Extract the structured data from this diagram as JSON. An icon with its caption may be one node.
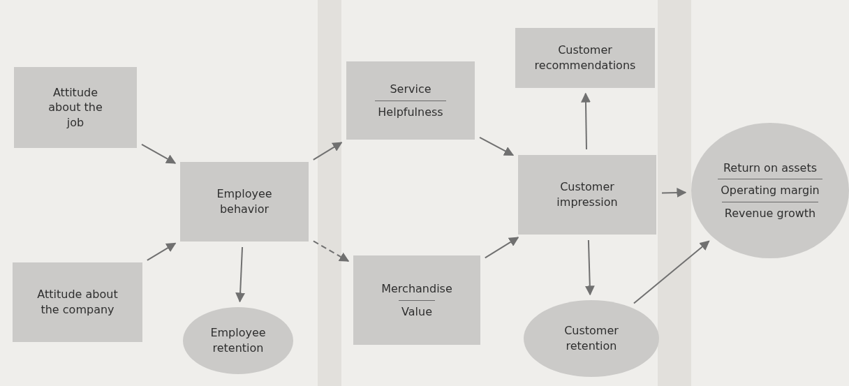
{
  "diagram": {
    "nodes": [
      {
        "text": [
          "Attitude about the job"
        ]
      },
      {
        "text": [
          "Attitude about the company"
        ]
      },
      {
        "text": [
          "Employee behavior"
        ]
      },
      {
        "text": [
          "Employee retention"
        ]
      },
      {
        "text": [
          "Service",
          "Helpfulness"
        ]
      },
      {
        "text": [
          "Merchandise",
          "Value"
        ]
      },
      {
        "text": [
          "Customer recommendations"
        ]
      },
      {
        "text": [
          "Customer impression"
        ]
      },
      {
        "text": [
          "Customer retention"
        ]
      },
      {
        "text": [
          "Return on assets",
          "Operating margin",
          "Revenue growth"
        ]
      }
    ],
    "edges": [
      {
        "from": 0,
        "to": 2,
        "arrow": "to"
      },
      {
        "from": 1,
        "to": 2,
        "arrow": "to"
      },
      {
        "from": 2,
        "to": 4,
        "arrow": "to"
      },
      {
        "from": 2,
        "to": 5,
        "arrow": "to",
        "style": "dashed"
      },
      {
        "from": 2,
        "to": 3,
        "arrow": "to"
      },
      {
        "from": 4,
        "to": 7,
        "arrow": "to"
      },
      {
        "from": 5,
        "to": 7,
        "arrow": "to"
      },
      {
        "from": 7,
        "to": 6,
        "arrow": "to"
      },
      {
        "from": 7,
        "to": 8,
        "arrow": "to"
      },
      {
        "from": 7,
        "to": 9,
        "arrow": "to"
      },
      {
        "from": 8,
        "to": 9,
        "arrow": "to"
      }
    ]
  }
}
